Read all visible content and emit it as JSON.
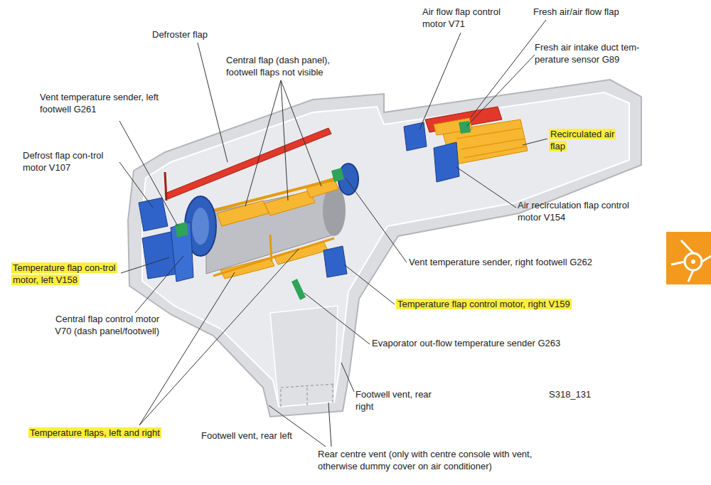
{
  "diagram": {
    "labels": [
      "Defroster flap",
      "Central flap (dash panel), footwell flaps not visible",
      "Air flow flap control motor V71",
      "Fresh air/air flow flap",
      "Fresh air intake duct tem-perature sensor G89",
      "Vent temperature sender, left footwell G261",
      "Recirculated air flap",
      "Defrost flap con-trol motor V107",
      "Air recirculation flap control motor V154",
      "Temperature flap con-trol motor, left V158",
      "Vent temperature sender, right footwell G262",
      "Temperature flap control motor, right V159",
      "Central flap control motor V70 (dash panel/footwell)",
      "Evaporator out-flow temperature sender G263",
      "Footwell vent, rear right",
      "S318_131",
      "Temperature flaps, left and right",
      "Footwell vent, rear left",
      "Rear centre vent (only with centre console with vent, otherwise dummy cover on air conditioner)"
    ]
  }
}
